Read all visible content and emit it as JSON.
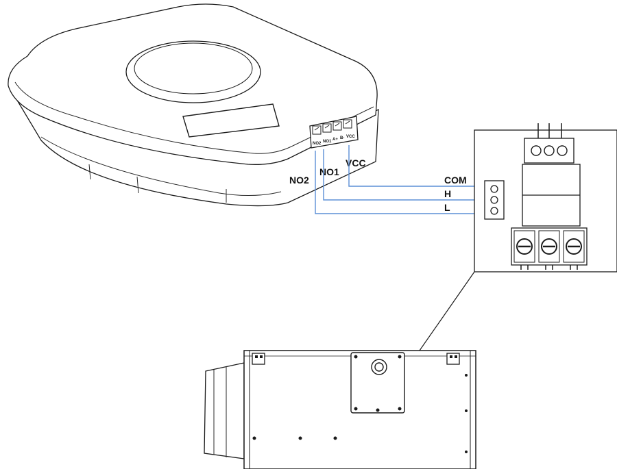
{
  "colors": {
    "wire": "#5b8fd6",
    "line": "#1a1a1a",
    "background": "#ffffff"
  },
  "controller": {
    "terminal_labels": [
      "NO2",
      "NO1",
      "A+",
      "B-",
      "VCC"
    ],
    "labels": {
      "no2": "NO2",
      "no1": "NO1",
      "vcc": "VCC"
    }
  },
  "fan_board": {
    "wire_labels": {
      "com": "COM",
      "h": "H",
      "l": "L"
    }
  }
}
